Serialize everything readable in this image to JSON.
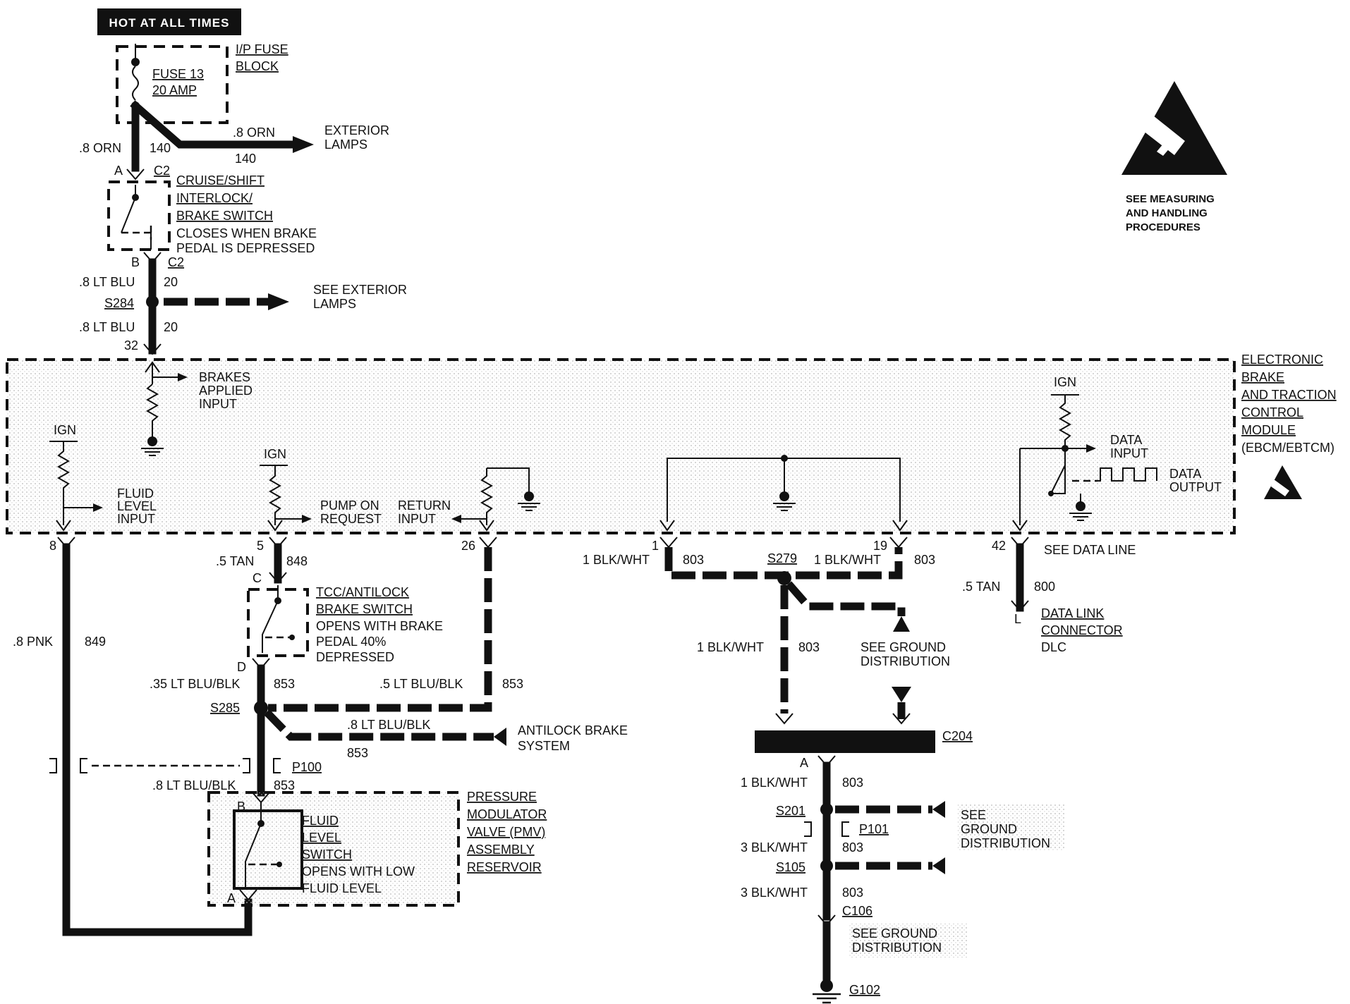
{
  "header": {
    "hot_label": "HOT AT ALL TIMES"
  },
  "esd": {
    "line1": "SEE MEASURING",
    "line2": "AND HANDLING",
    "line3": "PROCEDURES"
  },
  "fuse_block": {
    "label1": "I/P FUSE",
    "label2": "BLOCK",
    "fuse": "FUSE 13",
    "amp": "20 AMP"
  },
  "exterior": {
    "wire": ".8 ORN",
    "num": "140",
    "label1": "EXTERIOR",
    "label2": "LAMPS",
    "see1": "SEE EXTERIOR",
    "see2": "LAMPS"
  },
  "wires": {
    "orn": ".8 ORN",
    "orn_num": "140",
    "ltblu_a": ".8 LT BLU",
    "ltblu_a_num": "20",
    "ltblu_b": ".8 LT BLU",
    "ltblu_b_num": "20",
    "pnk": ".8 PNK",
    "pnk_num": "849",
    "tan": ".5 TAN",
    "tan_num": "848",
    "ltblublk35": ".35 LT BLU/BLK",
    "ltblublk35_num": "853",
    "ltblublk5": ".5 LT BLU/BLK",
    "ltblublk5_num": "853",
    "ltblublk8a": ".8 LT BLU/BLK",
    "ltblublk8a_num": "853",
    "ltblublk8b": ".8 LT BLU/BLK",
    "ltblublk8b_num": "853",
    "blkwht1a": "1 BLK/WHT",
    "blkwht1a_num": "803",
    "blkwht1b": "1 BLK/WHT",
    "blkwht1b_num": "803",
    "blkwht1c": "1 BLK/WHT",
    "blkwht1c_num": "803",
    "blkwht1d": "1 BLK/WHT",
    "blkwht1d_num": "803",
    "blkwht3a": "3 BLK/WHT",
    "blkwht3a_num": "803",
    "blkwht3b": "3 BLK/WHT",
    "blkwht3b_num": "803",
    "tan800": ".5 TAN",
    "tan800_num": "800"
  },
  "connectors": {
    "c2": "C2",
    "c2b": "C2",
    "a": "A",
    "b": "B",
    "c": "C",
    "d": "D",
    "p100": "P100",
    "pmv_b": "B",
    "pmv_a": "A",
    "c204": "C204",
    "c204_a": "A",
    "p101": "P101",
    "c106": "C106",
    "l": "L"
  },
  "cruise": {
    "l1": "CRUISE/SHIFT",
    "l2": "INTERLOCK/",
    "l3": "BRAKE SWITCH",
    "l4": "CLOSES WHEN BRAKE",
    "l5": "PEDAL IS DEPRESSED"
  },
  "splices": {
    "s284": "S284",
    "s285": "S285",
    "s279": "S279",
    "s201": "S201",
    "s105": "S105",
    "g102": "G102"
  },
  "module": {
    "l1": "ELECTRONIC",
    "l2": "BRAKE",
    "l3": "AND TRACTION",
    "l4": "CONTROL",
    "l5": "MODULE",
    "l6": "(EBCM/EBTCM)",
    "brakes1": "BRAKES",
    "brakes2": "APPLIED",
    "brakes3": "INPUT",
    "ign1": "IGN",
    "ign2": "IGN",
    "ign3": "IGN",
    "fluid1": "FLUID",
    "fluid2": "LEVEL",
    "fluid3": "INPUT",
    "pump1": "PUMP ON",
    "pump2": "REQUEST",
    "ret1": "RETURN",
    "ret2": "INPUT",
    "din1": "DATA",
    "din2": "INPUT",
    "dout1": "DATA",
    "dout2": "OUTPUT"
  },
  "pins": {
    "p32": "32",
    "p8": "8",
    "p5": "5",
    "p26": "26",
    "p1": "1",
    "p19": "19",
    "p42": "42"
  },
  "tcc": {
    "l1": "TCC/ANTILOCK",
    "l2": "BRAKE SWITCH",
    "l3": "OPENS WITH BRAKE",
    "l4": "PEDAL 40%",
    "l5": "DEPRESSED"
  },
  "antilock": {
    "l1": "ANTILOCK BRAKE",
    "l2": "SYSTEM"
  },
  "pmv": {
    "l1": "PRESSURE",
    "l2": "MODULATOR",
    "l3": "VALVE (PMV)",
    "l4": "ASSEMBLY",
    "l5": "RESERVOIR",
    "sw1": "FLUID",
    "sw2": "LEVEL",
    "sw3": "SWITCH",
    "sw4": "OPENS WITH LOW",
    "sw5": "FLUID LEVEL"
  },
  "ground": {
    "a1": "SEE GROUND",
    "a2": "DISTRIBUTION",
    "b1": "SEE",
    "b2": "GROUND",
    "b3": "DISTRIBUTION",
    "c1": "SEE GROUND",
    "c2": "DISTRIBUTION"
  },
  "dataline": {
    "see": "SEE DATA LINE",
    "dlc1": "DATA LINK",
    "dlc2": "CONNECTOR",
    "dlc3": "DLC"
  }
}
